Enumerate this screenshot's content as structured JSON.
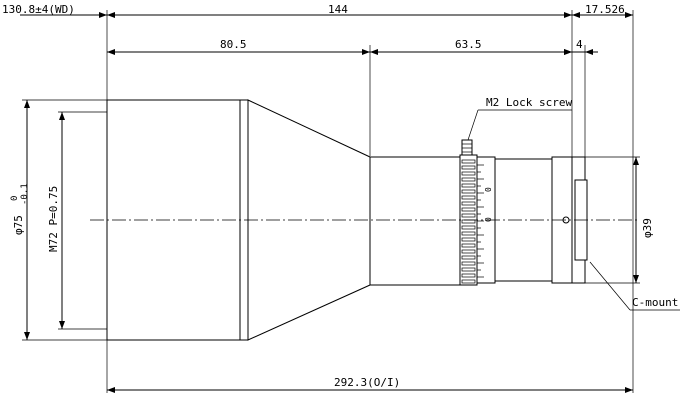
{
  "dimensions": {
    "working_distance": "130.8±4(WD)",
    "total_length": "144",
    "flange_back": "17.526",
    "front_section": "80.5",
    "rear_section": "63.5",
    "mount_thickness": "4",
    "overall_length": "292.3(O/I)",
    "front_diameter_main": "φ75",
    "front_diameter_tol_upper": "0",
    "front_diameter_tol_lower": "-0.1",
    "filter_thread": "M72 P=0.75",
    "rear_diameter": "φ39"
  },
  "labels": {
    "lock_screw": "M2 Lock screw",
    "c_mount": "C-mount"
  },
  "scale_marks": [
    "0",
    "0"
  ]
}
